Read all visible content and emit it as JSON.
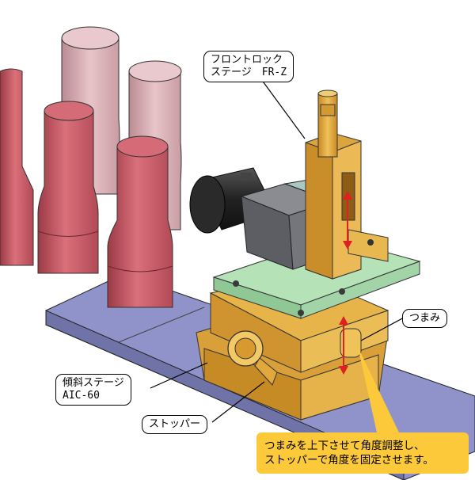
{
  "callouts": {
    "front_lock_stage": {
      "line1": "フロントロック",
      "line2": "ステージ　FR-Z"
    },
    "knob": {
      "text": "つまみ"
    },
    "tilt_stage": {
      "line1": "傾斜ステージ",
      "line2": "AIC-60"
    },
    "stopper": {
      "text": "ストッパー"
    }
  },
  "note": {
    "line1": "つまみを上下させて角度調整し、",
    "line2": "ストッパーで角度を固定させます。"
  },
  "colors": {
    "gold": "#e0a83a",
    "base_plate": "#8f93c9",
    "green_plate": "#a9d8ae",
    "workpiece": "#c85a66",
    "camera": "#6a6a70",
    "arrow": "#e02020",
    "note_bg": "#fcc93a"
  }
}
